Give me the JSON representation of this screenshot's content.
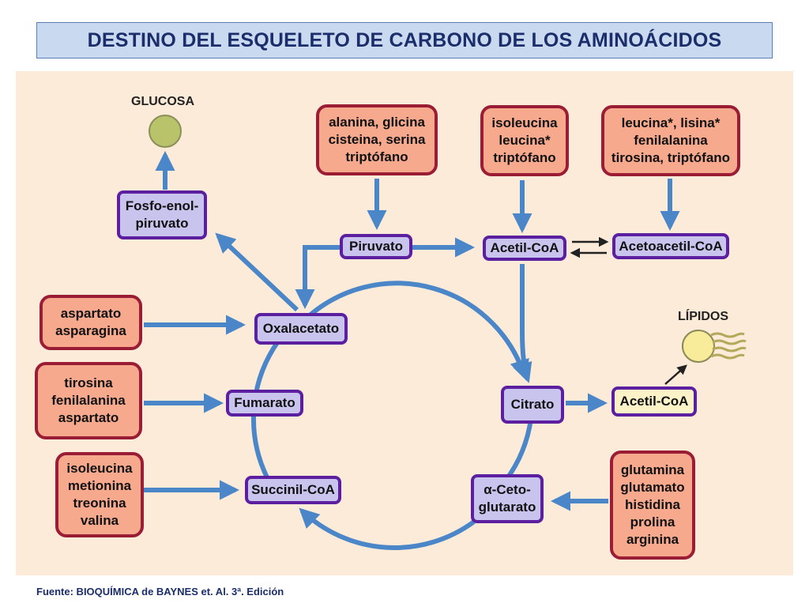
{
  "title": "DESTINO DEL ESQUELETO DE CARBONO DE LOS AMINOÁCIDOS",
  "footer": "Fuente:  BIOQUÍMICA de BAYNES et. Al.  3ª. Edición",
  "labels": {
    "glucosa": "GLUCOSA",
    "lipidos": "LÍPIDOS"
  },
  "sources": {
    "s1": [
      "alanina, glicina",
      "cisteina, serina",
      "triptófano"
    ],
    "s2": [
      "isoleucina",
      "leucina*",
      "triptófano"
    ],
    "s3": [
      "leucina*, lisina*",
      "fenilalanina",
      "tirosina, triptófano"
    ],
    "s4": [
      "aspartato",
      "asparagina"
    ],
    "s5": [
      "tirosina",
      "fenilalanina",
      "aspartato"
    ],
    "s6": [
      "isoleucina",
      "metionina",
      "treonina",
      "valina"
    ],
    "s7": [
      "glutamina",
      "glutamato",
      "histidina",
      "prolina",
      "arginina"
    ]
  },
  "metabolites": {
    "pep": [
      "Fosfo-enol-",
      "piruvato"
    ],
    "piruvato": "Piruvato",
    "acetilcoa": "Acetil-CoA",
    "acetoacetilcoa": "Acetoacetil-CoA",
    "oxalacetato": "Oxalacetato",
    "fumarato": "Fumarato",
    "succinilcoa": "Succinil-CoA",
    "citrato": "Citrato",
    "cetoglutarato": [
      "α-Ceto-",
      "glutarato"
    ],
    "acetilcoa2": "Acetil-CoA"
  },
  "colors": {
    "arrow": "#4a86c8",
    "red_border": "#9a1d35",
    "red_fill": "#f7a98e",
    "purple_border": "#5c1fa0",
    "purple_fill": "#c8c4ee",
    "glucose_fill": "#b9c46a",
    "lipid_fill": "#f8ec9a",
    "panel": "#fcebd8"
  },
  "icons": {
    "glucose": "glucose-circle-icon",
    "lipid": "lipid-micelle-icon"
  }
}
